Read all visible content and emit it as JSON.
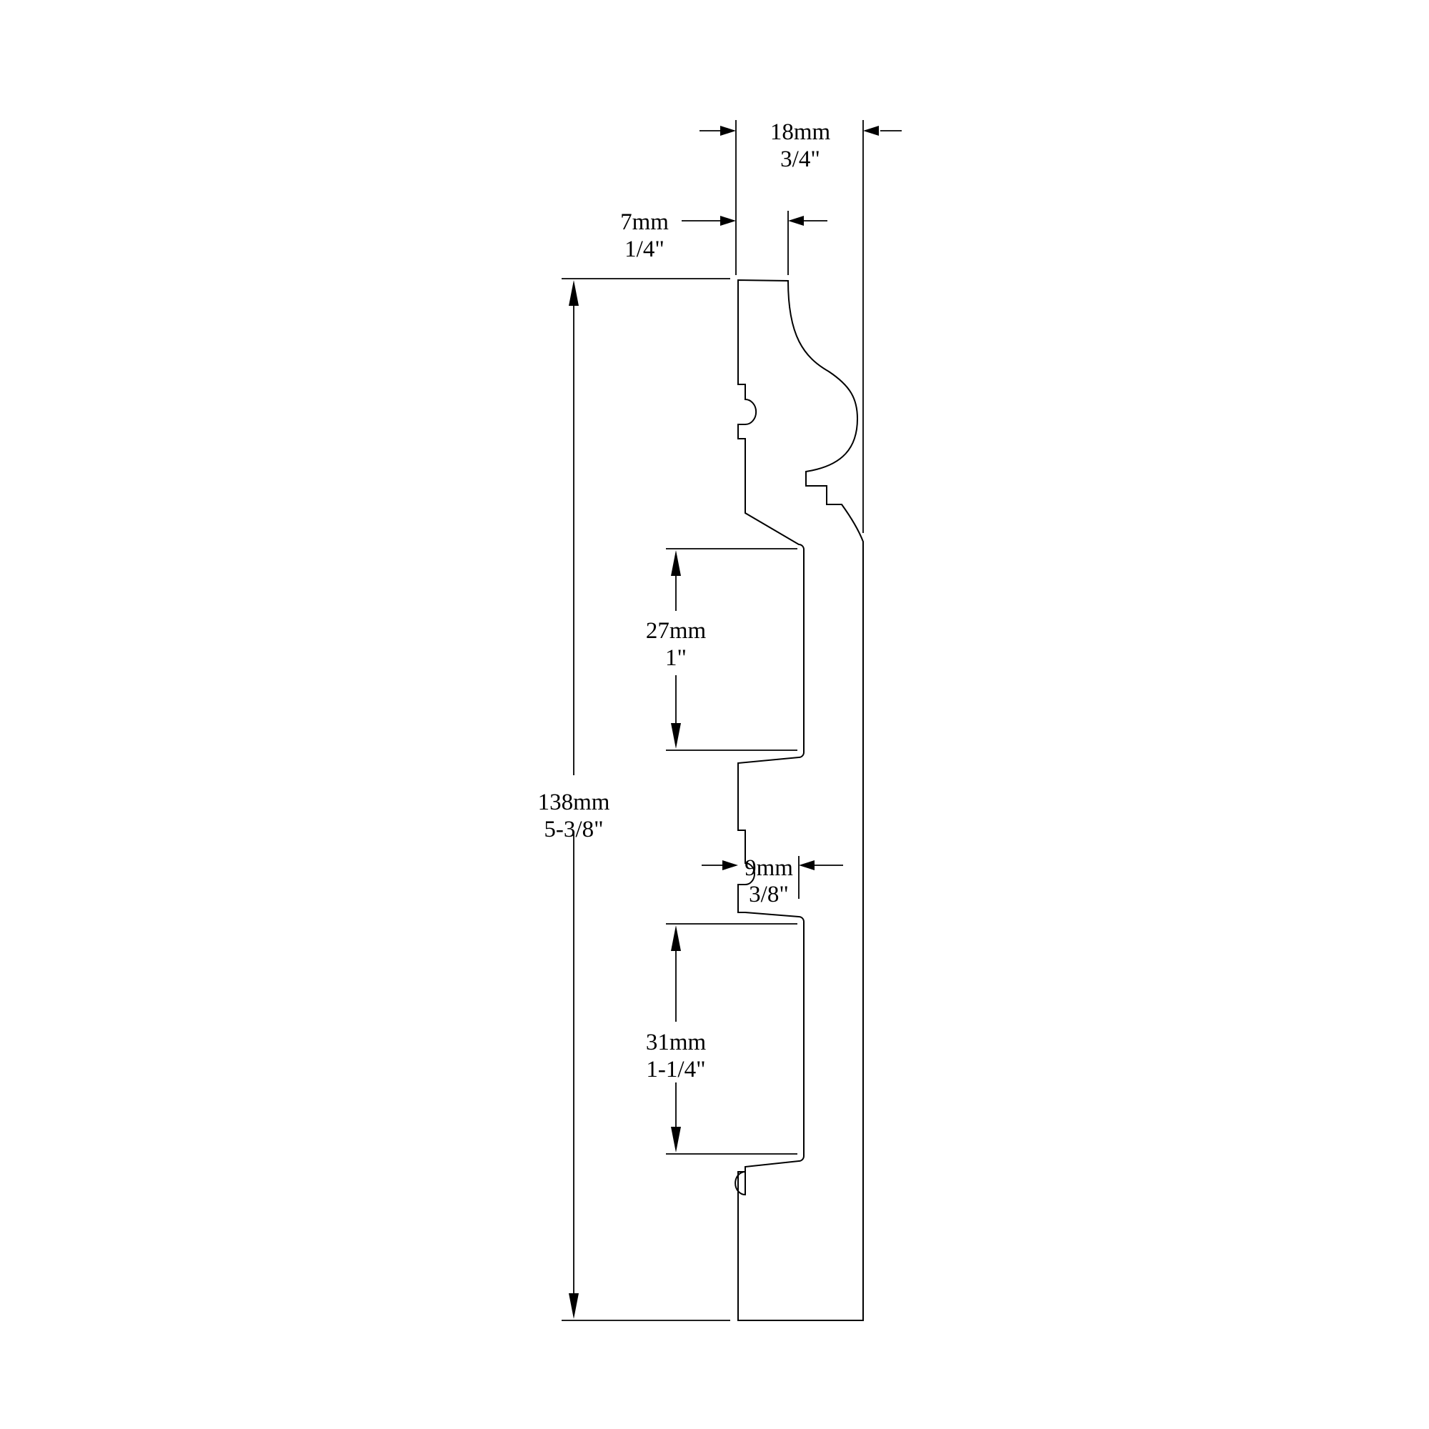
{
  "dimensions": {
    "overall_width": {
      "metric": "18mm",
      "imperial": "3/4\""
    },
    "top_step": {
      "metric": "7mm",
      "imperial": "1/4\""
    },
    "overall_height": {
      "metric": "138mm",
      "imperial": "5-3/8\""
    },
    "upper_recess": {
      "metric": "27mm",
      "imperial": "1\""
    },
    "middle_thickness": {
      "metric": "9mm",
      "imperial": "3/8\""
    },
    "lower_recess": {
      "metric": "31mm",
      "imperial": "1-1/4\""
    }
  }
}
